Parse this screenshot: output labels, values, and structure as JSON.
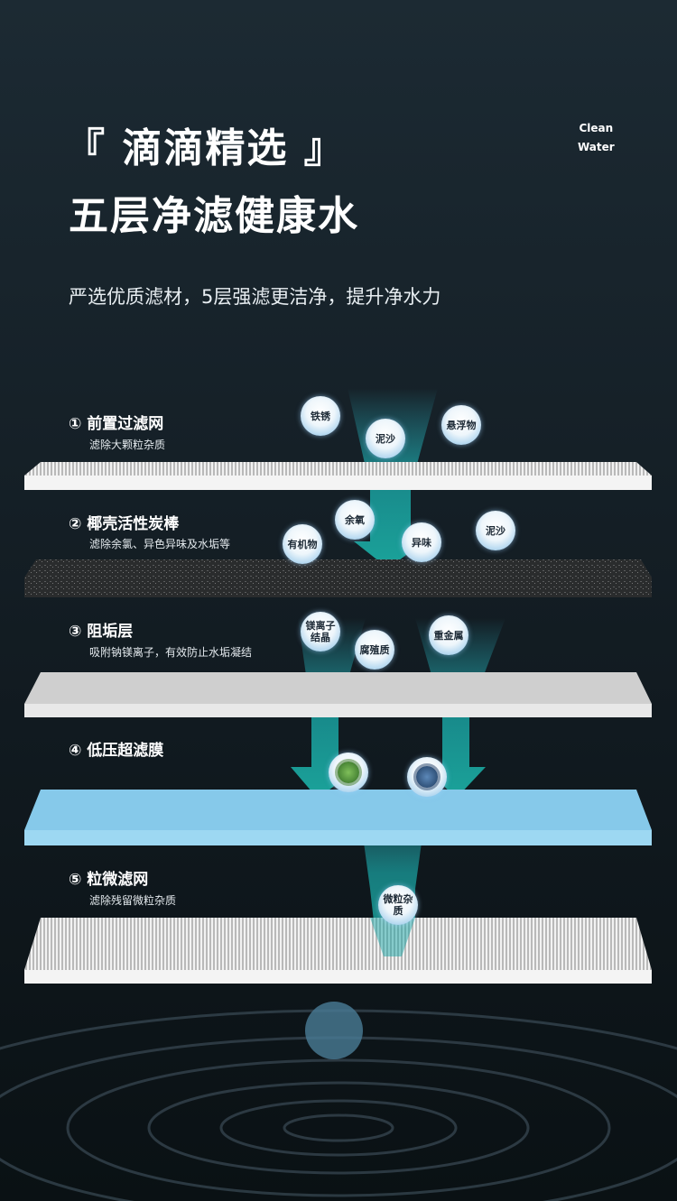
{
  "header": {
    "title_line1": "『 滴滴精选 』",
    "title_line2": "五层净滤健康水",
    "subtitle": "严选优质滤材，5层强滤更洁净，提升净水力",
    "badge_line1": "Clean",
    "badge_line2": "Water"
  },
  "layers": [
    {
      "title": "① 前置过滤网",
      "desc": "滤除大颗粒杂质"
    },
    {
      "title": "② 椰壳活性炭棒",
      "desc": "滤除余氯、异色异味及水垢等"
    },
    {
      "title": "③ 阻垢层",
      "desc": "吸附钠镁离子，有效防止水垢凝结"
    },
    {
      "title": "④ 低压超滤膜",
      "desc": ""
    },
    {
      "title": "⑤ 粒微滤网",
      "desc": "滤除残留微粒杂质"
    }
  ],
  "bubbles": [
    "铁锈",
    "泥沙",
    "悬浮物",
    "余氧",
    "有机物",
    "异味",
    "泥沙",
    "镁离子结晶",
    "腐殖质",
    "重金属",
    "微粒杂质"
  ],
  "colors": {
    "background": "#141e25",
    "arrow": "#1aa3a3",
    "membrane": "#86c9ea",
    "virus_green": "#4d8a3a",
    "virus_blue": "#2b4f7a"
  }
}
